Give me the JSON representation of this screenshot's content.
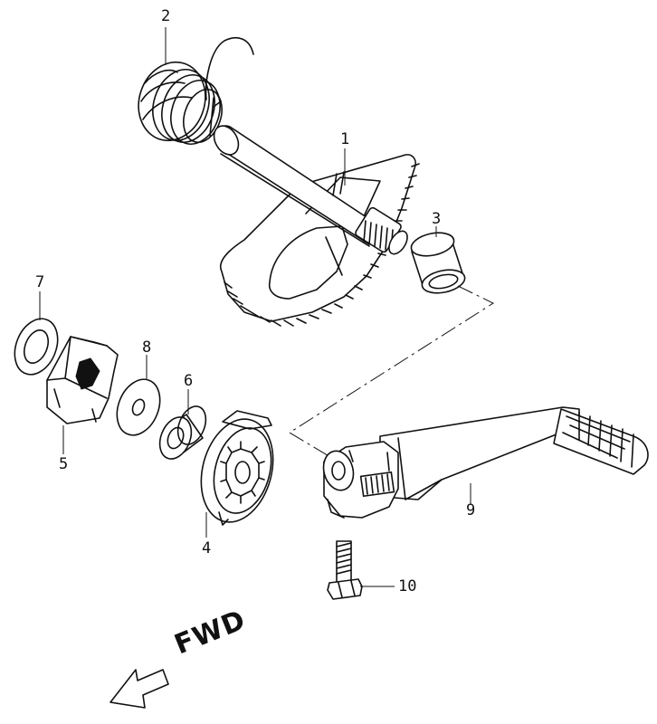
{
  "callouts": [
    {
      "id": "1",
      "label": "1"
    },
    {
      "id": "2",
      "label": "2"
    },
    {
      "id": "3",
      "label": "3"
    },
    {
      "id": "4",
      "label": "4"
    },
    {
      "id": "5",
      "label": "5"
    },
    {
      "id": "6",
      "label": "6"
    },
    {
      "id": "7",
      "label": "7"
    },
    {
      "id": "8",
      "label": "8"
    },
    {
      "id": "9",
      "label": "9"
    },
    {
      "id": "10",
      "label": "10"
    }
  ],
  "direction_label": "FWD"
}
